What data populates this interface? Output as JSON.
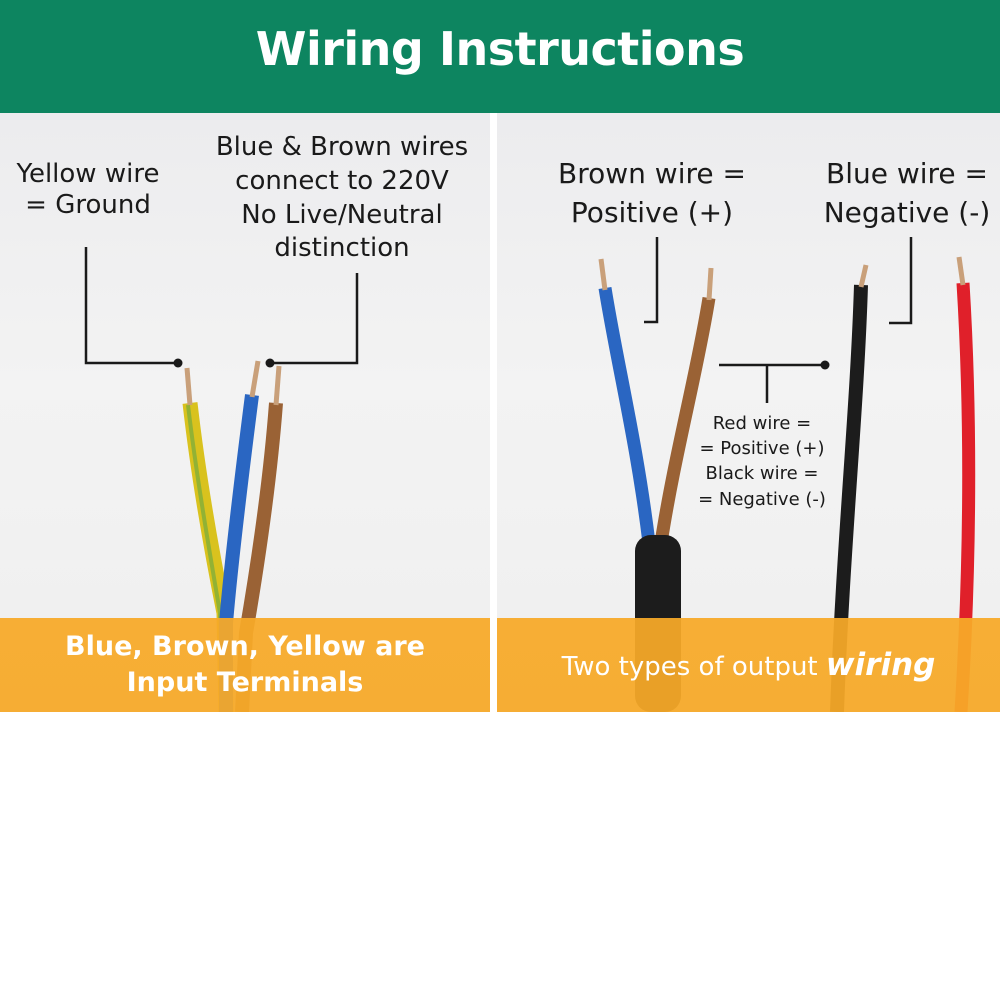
{
  "header": {
    "title": "Wiring Instructions"
  },
  "left_panel": {
    "label_yellow": {
      "line1": "Yellow wire",
      "line2": "= Ground"
    },
    "label_blue_brown": {
      "line1": "Blue & Brown wires",
      "line2": "connect to 220V",
      "line3": "No Live/Neutral",
      "line4": "distinction"
    },
    "banner": {
      "line1": "Blue, Brown, Yellow are",
      "line2": "Input Terminals"
    }
  },
  "right_panel": {
    "label_brown": {
      "line1": "Brown wire =",
      "line2": "Positive (+)"
    },
    "label_blue": {
      "line1": "Blue wire =",
      "line2": "Negative (-)"
    },
    "label_red_black": {
      "line1": "Red wire =",
      "line2": "= Positive (+)",
      "line3": "Black wire =",
      "line4": "= Negative (-)"
    },
    "banner": {
      "text": "Two types of output",
      "emphasis": "wiring"
    }
  },
  "colors": {
    "header_green": "#0d8560",
    "banner_orange": "#f7a928",
    "wire_yellow": "#d9c21e",
    "wire_green_stripe": "#7fae3a",
    "wire_blue": "#2a66c2",
    "wire_brown": "#9a6235",
    "wire_black": "#1c1c1c",
    "wire_red": "#e0202a",
    "copper": "#c9a07a"
  }
}
